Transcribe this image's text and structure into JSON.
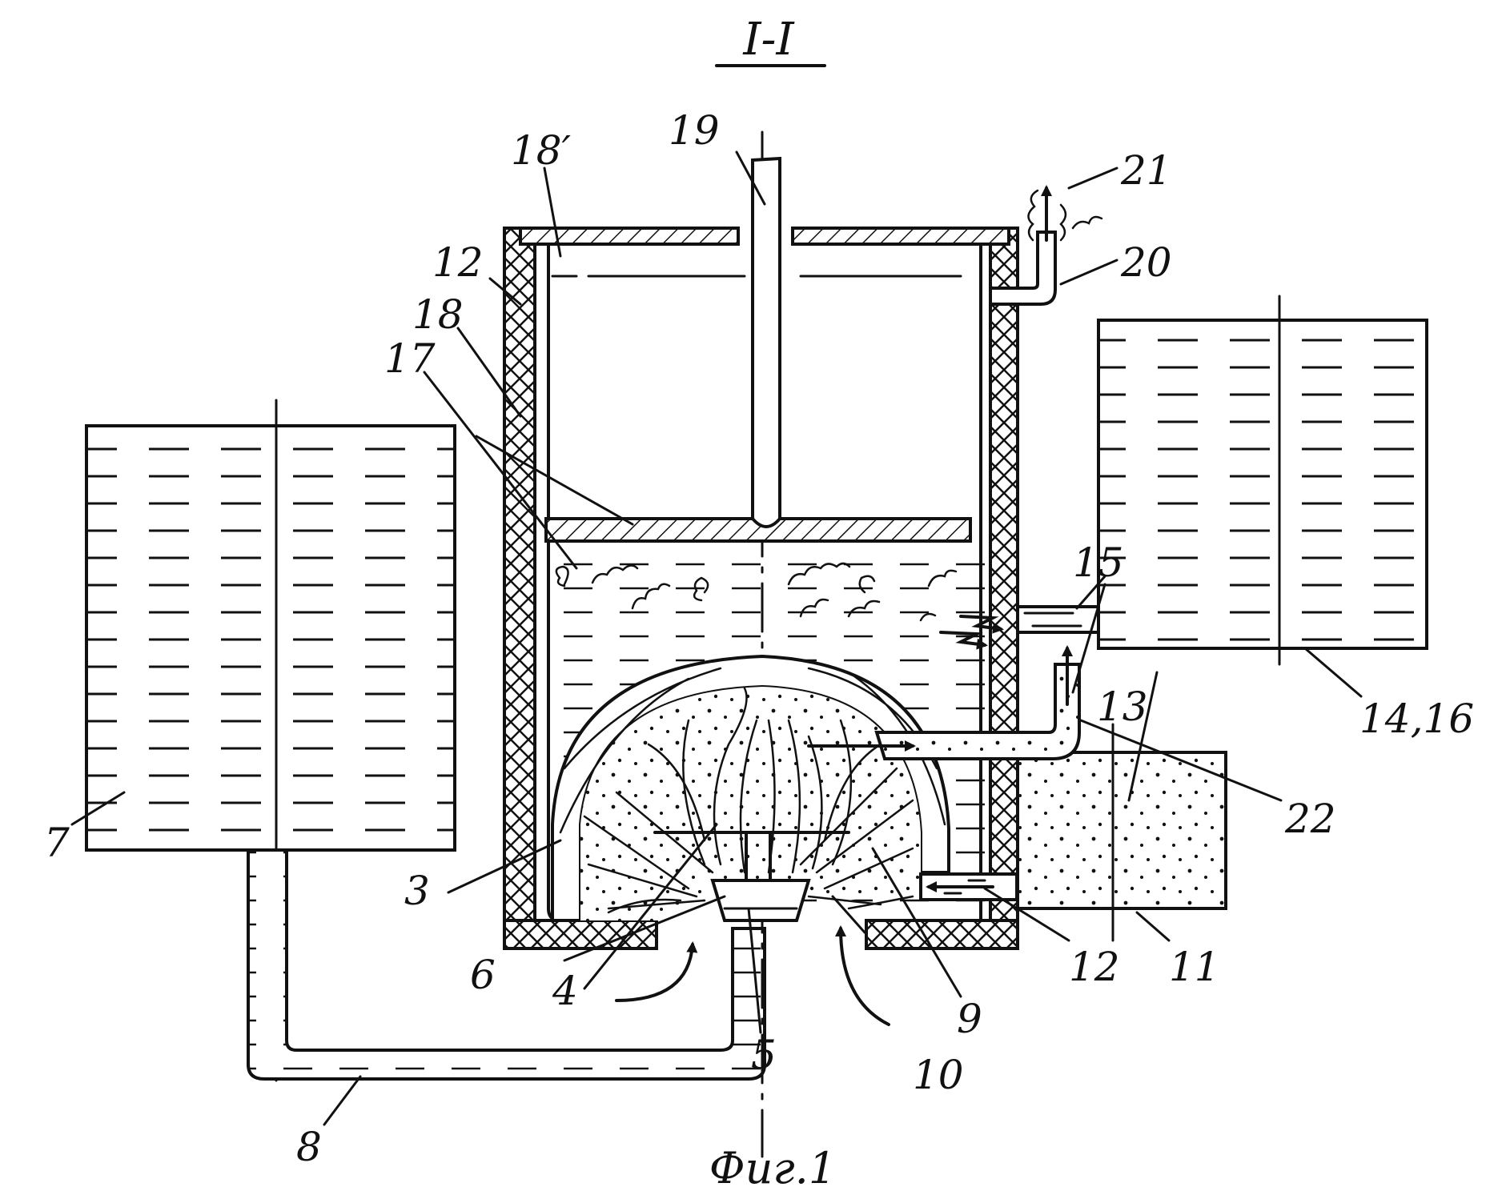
{
  "figure": {
    "section_label": "I-I",
    "caption": "Фиг.1"
  },
  "labels": {
    "l3": "3",
    "l4": "4",
    "l5": "5",
    "l6": "6",
    "l7": "7",
    "l8": "8",
    "l9": "9",
    "l10": "10",
    "l11": "11",
    "l12a": "12",
    "l12b": "12",
    "l13": "13",
    "l14_16": "14,16",
    "l15": "15",
    "l17": "17",
    "l18": "18",
    "l18p": "18′",
    "l19": "19",
    "l20": "20",
    "l21": "21",
    "l22": "22"
  }
}
